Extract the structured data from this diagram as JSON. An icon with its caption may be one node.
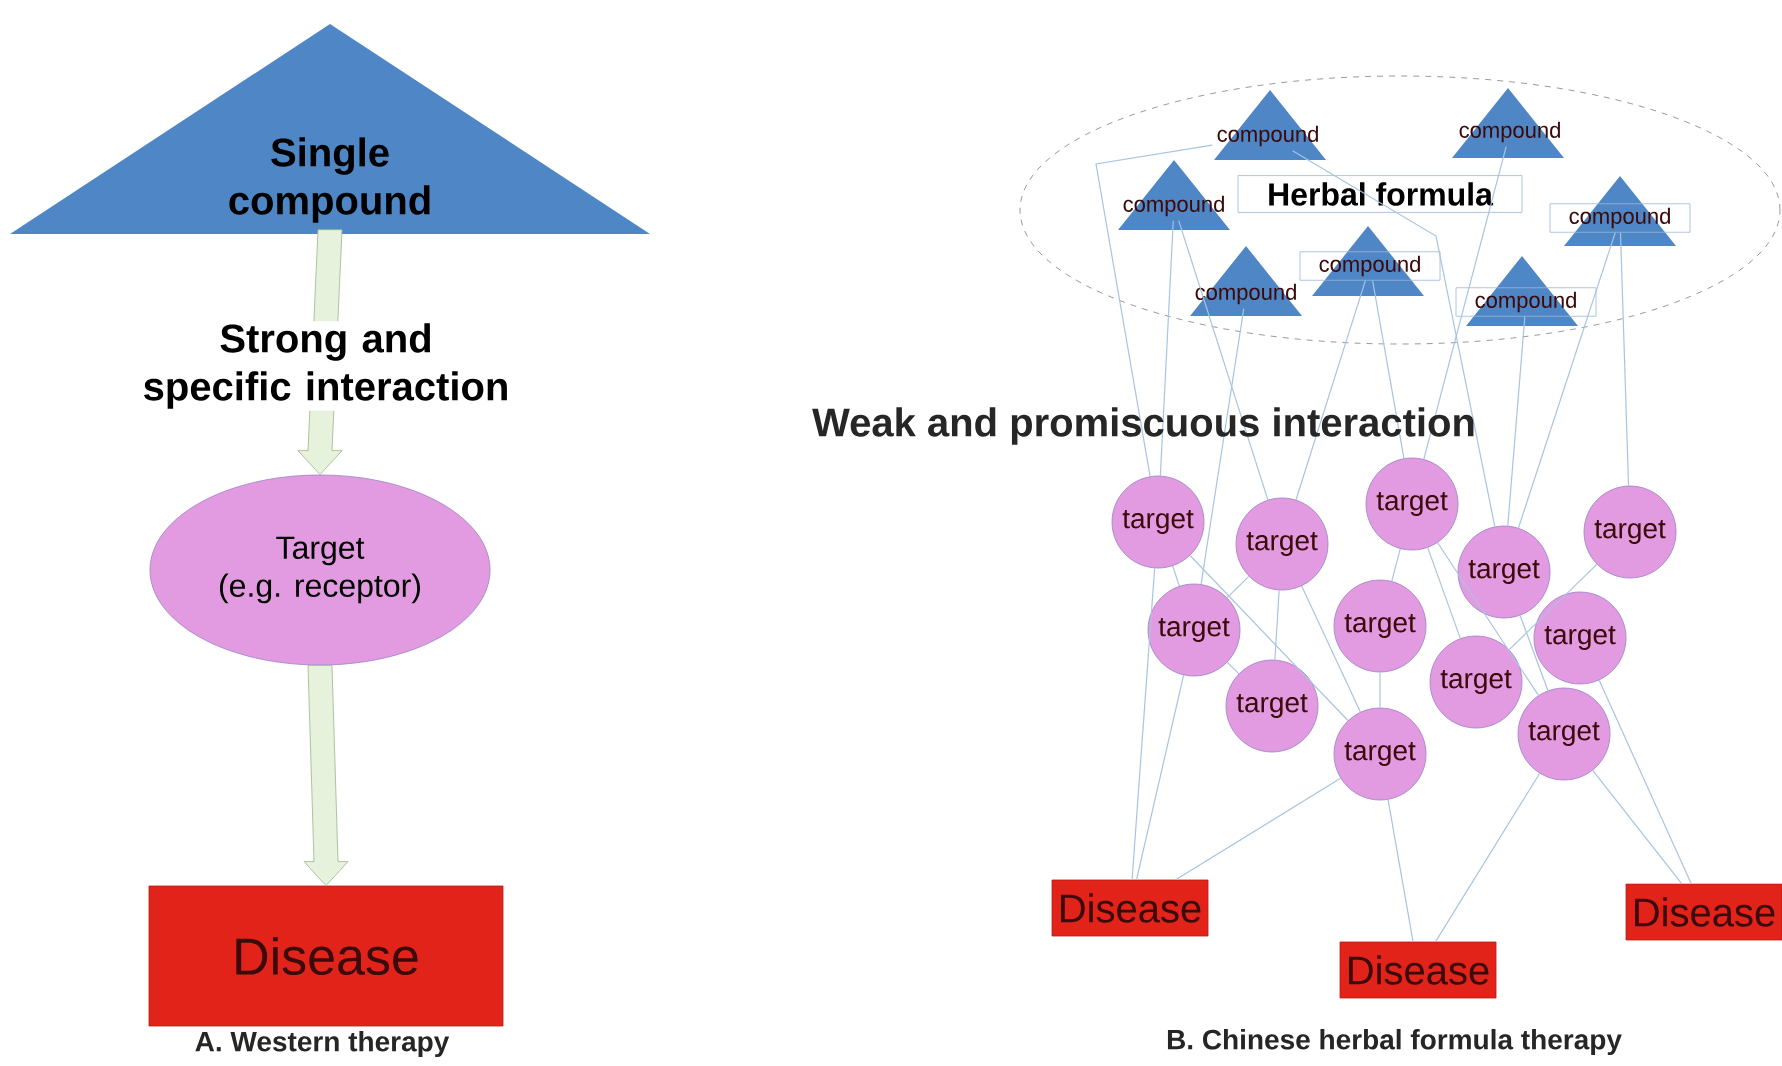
{
  "diagram": {
    "nodes": [
      {
        "text": [
          "Single compound"
        ]
      },
      {
        "text": [
          "Target",
          "(e.g. receptor)"
        ]
      },
      {
        "text": [
          "Disease"
        ]
      },
      {
        "text": [
          "Herbal formula"
        ]
      },
      {
        "text": [
          "compound"
        ],
        "in": 3
      },
      {
        "text": [
          "compound"
        ],
        "in": 3
      },
      {
        "text": [
          "compound"
        ],
        "in": 3
      },
      {
        "text": [
          "compound"
        ],
        "in": 3
      },
      {
        "text": [
          "compound"
        ],
        "in": 3
      },
      {
        "text": [
          "compound"
        ],
        "in": 3
      },
      {
        "text": [
          "compound"
        ],
        "in": 3
      },
      {
        "text": [
          "target"
        ]
      },
      {
        "text": [
          "target"
        ]
      },
      {
        "text": [
          "target"
        ]
      },
      {
        "text": [
          "target"
        ]
      },
      {
        "text": [
          "target"
        ]
      },
      {
        "text": [
          "target"
        ]
      },
      {
        "text": [
          "target"
        ]
      },
      {
        "text": [
          "target"
        ]
      },
      {
        "text": [
          "target"
        ]
      },
      {
        "text": [
          "target"
        ]
      },
      {
        "text": [
          "target"
        ]
      },
      {
        "text": [
          "target"
        ]
      },
      {
        "text": [
          "Disease"
        ]
      },
      {
        "text": [
          "Disease"
        ]
      },
      {
        "text": [
          "Disease"
        ]
      }
    ],
    "edges": [
      {
        "from": 0,
        "to": 1,
        "arrow": "to",
        "label": "Strong and specific interaction"
      },
      {
        "from": 1,
        "to": 2,
        "arrow": "to"
      },
      {
        "from": 6,
        "to": 11,
        "arrow": "none"
      },
      {
        "from": 6,
        "to": 12,
        "arrow": "none"
      },
      {
        "from": 4,
        "to": 14,
        "arrow": "none"
      },
      {
        "from": 4,
        "to": 11,
        "arrow": "none"
      },
      {
        "from": 9,
        "to": 16,
        "arrow": "none"
      },
      {
        "from": 8,
        "to": 12,
        "arrow": "none"
      },
      {
        "from": 8,
        "to": 13,
        "arrow": "none"
      },
      {
        "from": 5,
        "to": 13,
        "arrow": "none"
      },
      {
        "from": 10,
        "to": 14,
        "arrow": "none"
      },
      {
        "from": 7,
        "to": 15,
        "arrow": "none"
      },
      {
        "from": 7,
        "to": 14,
        "arrow": "none"
      },
      {
        "from": 11,
        "to": 16,
        "arrow": "none"
      },
      {
        "from": 11,
        "to": 21,
        "arrow": "none"
      },
      {
        "from": 16,
        "to": 20,
        "arrow": "none"
      },
      {
        "from": 12,
        "to": 20,
        "arrow": "none"
      },
      {
        "from": 12,
        "to": 21,
        "arrow": "none"
      },
      {
        "from": 12,
        "to": 16,
        "arrow": "none"
      },
      {
        "from": 13,
        "to": 17,
        "arrow": "none"
      },
      {
        "from": 13,
        "to": 22,
        "arrow": "none"
      },
      {
        "from": 17,
        "to": 21,
        "arrow": "none"
      },
      {
        "from": 15,
        "to": 19,
        "arrow": "none"
      },
      {
        "from": 13,
        "to": 19,
        "arrow": "none"
      },
      {
        "from": 14,
        "to": 22,
        "arrow": "none"
      },
      {
        "from": 11,
        "to": 23,
        "arrow": "none"
      },
      {
        "from": 16,
        "to": 23,
        "arrow": "none"
      },
      {
        "from": 21,
        "to": 23,
        "arrow": "none"
      },
      {
        "from": 21,
        "to": 24,
        "arrow": "none"
      },
      {
        "from": 22,
        "to": 24,
        "arrow": "none"
      },
      {
        "from": 22,
        "to": 25,
        "arrow": "none"
      },
      {
        "from": 18,
        "to": 25,
        "arrow": "none"
      }
    ],
    "labels": [
      "Weak and promiscuous interaction",
      "A. Western therapy",
      "B. Chinese herbal formula therapy"
    ]
  }
}
